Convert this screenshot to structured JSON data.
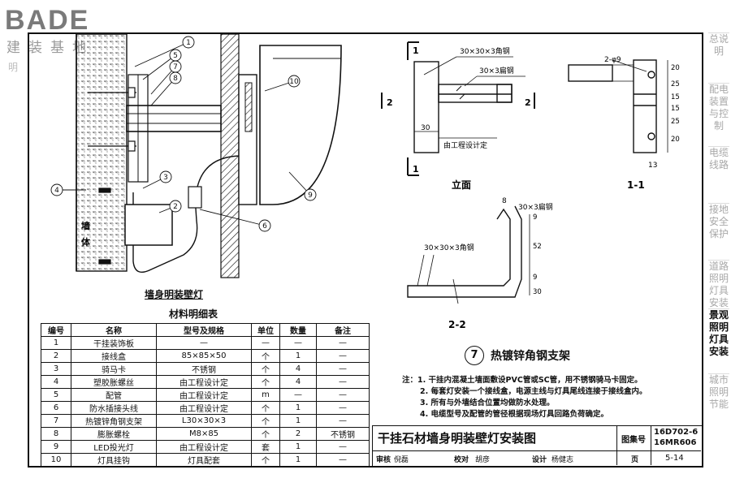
{
  "logo": {
    "brand": "BADE",
    "subtitle": "建装基地"
  },
  "left_tab": {
    "text": "明"
  },
  "side_nav": [
    {
      "label": "总说明",
      "active": false
    },
    {
      "label": "配电装置与控制",
      "active": false
    },
    {
      "label": "电缆线路",
      "active": false
    },
    {
      "label": "接地安全保护",
      "active": false
    },
    {
      "label": "道路照明灯具安装",
      "active": false
    },
    {
      "label": "景观照明灯具安装",
      "active": true
    },
    {
      "label": "城市照明节能",
      "active": false
    }
  ],
  "left_view": {
    "caption": "墙身明装壁灯",
    "wall_label_1": "墙",
    "wall_label_2": "体",
    "callouts": [
      "1",
      "5",
      "7",
      "8",
      "10",
      "3",
      "4",
      "2",
      "6",
      "9"
    ]
  },
  "material_table": {
    "title": "材料明细表",
    "headers": [
      "编号",
      "名称",
      "型号及规格",
      "单位",
      "数量",
      "备注"
    ],
    "rows": [
      [
        "1",
        "干挂装饰板",
        "—",
        "—",
        "—",
        "—"
      ],
      [
        "2",
        "接线盒",
        "85×85×50",
        "个",
        "1",
        "—"
      ],
      [
        "3",
        "骑马卡",
        "不锈钢",
        "个",
        "4",
        "—"
      ],
      [
        "4",
        "塑胶胀螺丝",
        "由工程设计定",
        "个",
        "4",
        "—"
      ],
      [
        "5",
        "配管",
        "由工程设计定",
        "m",
        "—",
        "—"
      ],
      [
        "6",
        "防水插接头线",
        "由工程设计定",
        "个",
        "1",
        "—"
      ],
      [
        "7",
        "热镀锌角钢支架",
        "L30×30×3",
        "个",
        "1",
        "—"
      ],
      [
        "8",
        "膨胀螺栓",
        "M8×85",
        "个",
        "2",
        "不锈钢"
      ],
      [
        "9",
        "LED投光灯",
        "由工程设计定",
        "套",
        "1",
        "—"
      ],
      [
        "10",
        "灯具挂钩",
        "灯具配套",
        "个",
        "1",
        "—"
      ]
    ]
  },
  "elevation": {
    "caption": "立面",
    "angle_label": "30×30×3角钢",
    "flat_label": "30×3扁钢",
    "dim_30": "30",
    "design_label": "由工程设计定",
    "sec_1": "1",
    "sec_2": "2"
  },
  "section_11": {
    "caption": "1-1",
    "hole_label": "2-φ9",
    "dims": [
      "20",
      "25",
      "15",
      "15",
      "25",
      "20"
    ],
    "bottom_dim": "13"
  },
  "section_22": {
    "caption": "2-2",
    "top_label": "30×3扁钢",
    "angle_label": "30×30×3角钢",
    "dim_8": "8",
    "dims_v": [
      "9",
      "52",
      "9",
      "30"
    ]
  },
  "support_title": {
    "number": "7",
    "text": "热镀锌角钢支架"
  },
  "notes": [
    "注：1. 干挂内混凝土墙面敷设PVC管或SC管，用不锈钢骑马卡固定。",
    "2. 每套灯安装一个接线盒，电源主线与灯具尾线连接于接线盒内。",
    "3. 所有与外墙结合位置均做防水处理。",
    "4. 电缆型号及配管的管径根据现场灯具回路负荷确定。"
  ],
  "title_block": {
    "drawing_title": "干挂石材墙身明装壁灯安装图",
    "atlas_label": "图集号",
    "atlas_no_1": "16D702-6",
    "atlas_no_2": "16MR606",
    "review": "审核",
    "review_name": "倪磊",
    "check": "校对",
    "check_name": "胡彦",
    "design": "设计",
    "design_name": "杨健志",
    "page_label": "页",
    "page_no": "5-14"
  }
}
